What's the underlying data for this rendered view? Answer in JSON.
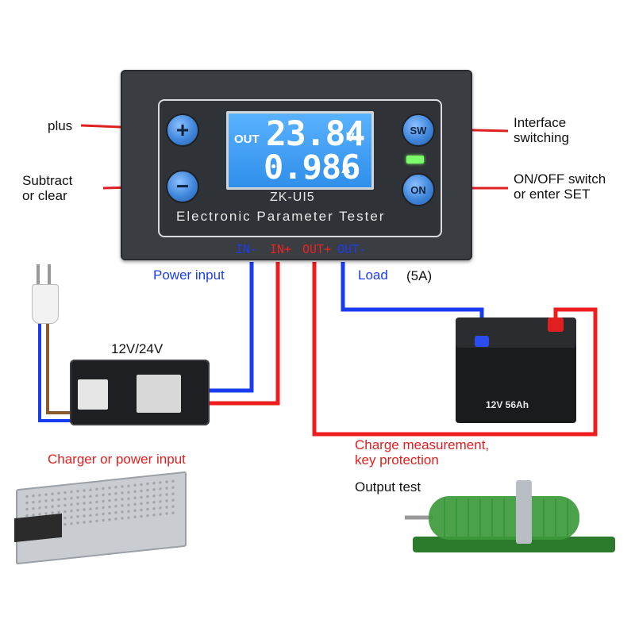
{
  "device": {
    "name": "Electronic Parameter Tester",
    "model": "ZK-UI5",
    "display": {
      "mode": "OUT",
      "voltage": "23.84",
      "voltage_unit": "V",
      "current": "0.986",
      "current_unit": "A"
    },
    "buttons": {
      "plus": "+",
      "minus": "−",
      "sw": "SW",
      "on": "ON"
    },
    "terminals": {
      "in_minus": "IN-",
      "in_plus": "IN+",
      "out_plus": "OUT+",
      "out_minus": "OUT-"
    }
  },
  "labels": {
    "plus": "plus",
    "subtract_line1": "Subtract",
    "subtract_line2": "or clear",
    "interface_line1": "Interface",
    "interface_line2": "switching",
    "onoff_line1": "ON/OFF switch",
    "onoff_line2": "or enter SET",
    "power_input": "Power input",
    "load": "Load",
    "load_rating": "(5A)",
    "adapter_voltage": "12V/24V",
    "charger": "Charger or power input",
    "charge_line1": "Charge measurement,",
    "charge_line2": "key protection",
    "output_test": "Output test"
  },
  "battery_label": "12V 56Ah",
  "colors": {
    "wire_positive": "#ee1c1c",
    "wire_negative": "#1a3cf0",
    "lcd": "#38a0ff"
  }
}
